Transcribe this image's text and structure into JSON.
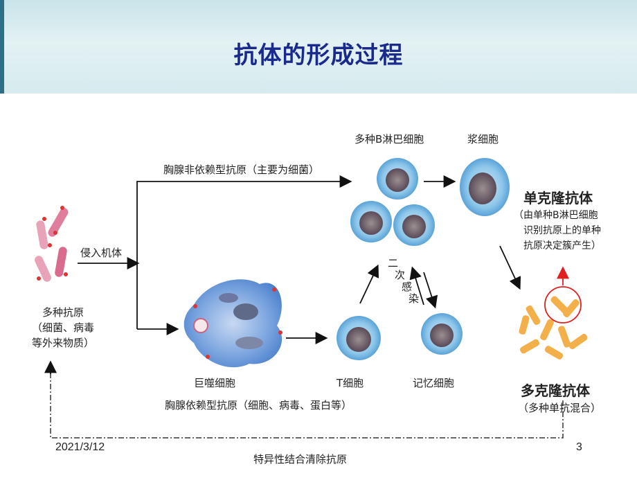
{
  "slide": {
    "title": "抗体的形成过程",
    "date": "2021/3/12",
    "page_number": "3"
  },
  "diagram": {
    "antigen_label": [
      "多种抗原",
      "（细菌、病毒",
      "等外来物质）"
    ],
    "invade_label": "侵入机体",
    "thymus_independent_label": "胸腺非依赖型抗原（主要为细菌）",
    "thymus_dependent_label": "胸腺依赖型抗原（细胞、病毒、蛋白等）",
    "b_cells_label": "多种B淋巴细胞",
    "plasma_cell_label": "浆细胞",
    "macrophage_label": "巨噬细胞",
    "t_cell_label": "T细胞",
    "memory_cell_label": "记忆细胞",
    "secondary_infection_label": [
      "二",
      "次",
      "感",
      "染"
    ],
    "monoclonal_title": "单克隆抗体",
    "monoclonal_desc": [
      "（由单种B淋巴细胞",
      "识别抗原上的单种",
      "抗原决定簇产生）"
    ],
    "polyclonal_title": "多克隆抗体",
    "polyclonal_desc": "（多种单抗混合）",
    "clearance_label": "特异性结合清除抗原"
  }
}
